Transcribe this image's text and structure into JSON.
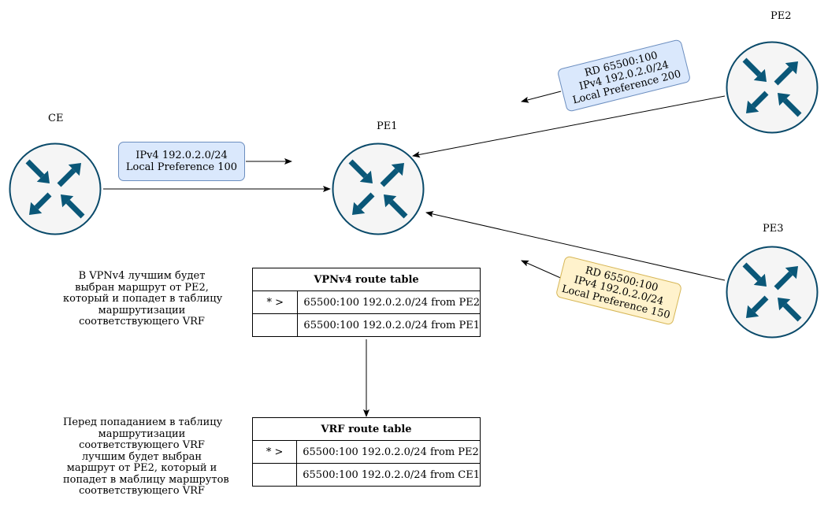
{
  "nodes": {
    "ce": "CE",
    "pe1": "PE1",
    "pe2": "PE2",
    "pe3": "PE3"
  },
  "colors": {
    "router_stroke": "#0a4a6a",
    "router_fill": "#f5f5f5",
    "arrow_icon": "#0a5778",
    "blue_tag_fill": "#dae8fc",
    "blue_tag_border": "#6c8ebf",
    "yellow_tag_fill": "#fff2cc",
    "yellow_tag_border": "#d6b656"
  },
  "tags": {
    "ce_route": [
      "IPv4 192.0.2.0/24",
      "Local Preference 100"
    ],
    "pe2_route": [
      "RD 65500:100",
      "IPv4 192.0.2.0/24",
      "Local Preference 200"
    ],
    "pe3_route": [
      "RD 65500:100",
      "IPv4 192.0.2.0/24",
      "Local Preference 150"
    ]
  },
  "vpnv4_table": {
    "title": "VPNv4 route table",
    "rows": [
      {
        "mark": "* >",
        "route": "65500:100 192.0.2.0/24 from  PE2"
      },
      {
        "mark": "",
        "route": "65500:100 192.0.2.0/24 from  PE1"
      }
    ]
  },
  "vrf_table": {
    "title": "VRF route  table",
    "rows": [
      {
        "mark": "* >",
        "route": "65500:100 192.0.2.0/24 from  PE2"
      },
      {
        "mark": "",
        "route": "65500:100 192.0.2.0/24 from  CE1"
      }
    ]
  },
  "notes": {
    "vpnv4": [
      "В VPNv4 лучшим будет",
      "выбран маршрут от PE2,",
      "который и попадет в таблицу",
      "маршрутизации",
      "соответствующего VRF"
    ],
    "vrf": [
      "Перед попаданием в таблицу",
      "маршрутизации",
      "соответствующего VRF",
      "лучшим будет выбран",
      "маршрут от PE2, который и",
      "попадет в маблицу маршрутов",
      "соответствующего VRF"
    ]
  }
}
